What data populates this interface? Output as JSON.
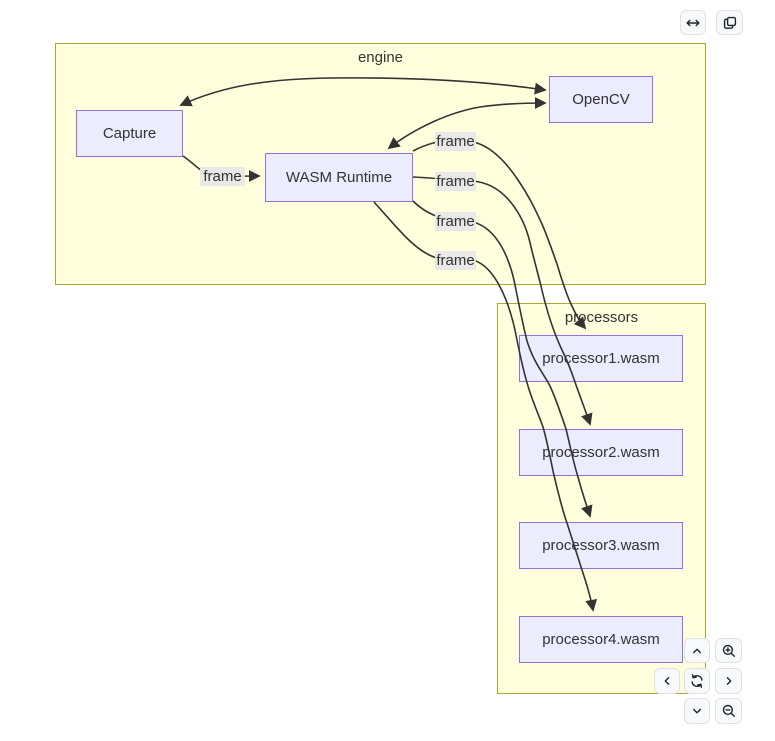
{
  "diagram": {
    "subgraphs": [
      {
        "label": "engine"
      },
      {
        "label": "processors"
      }
    ],
    "nodes": [
      {
        "id": "capture",
        "label": "Capture"
      },
      {
        "id": "wasm-runtime",
        "label": "WASM Runtime"
      },
      {
        "id": "opencv",
        "label": "OpenCV"
      },
      {
        "id": "processor1",
        "label": "processor1.wasm"
      },
      {
        "id": "processor2",
        "label": "processor2.wasm"
      },
      {
        "id": "processor3",
        "label": "processor3.wasm"
      },
      {
        "id": "processor4",
        "label": "processor4.wasm"
      }
    ],
    "edges": [
      {
        "from": "Capture",
        "to": "OpenCV",
        "style": "bidirectional",
        "label": ""
      },
      {
        "from": "WASM Runtime",
        "to": "OpenCV",
        "style": "bidirectional",
        "label": ""
      },
      {
        "from": "Capture",
        "to": "WASM Runtime",
        "style": "arrow",
        "label": "frame"
      },
      {
        "from": "WASM Runtime",
        "to": "processor1.wasm",
        "style": "arrow",
        "label": "frame"
      },
      {
        "from": "WASM Runtime",
        "to": "processor2.wasm",
        "style": "arrow",
        "label": "frame"
      },
      {
        "from": "WASM Runtime",
        "to": "processor3.wasm",
        "style": "arrow",
        "label": "frame"
      },
      {
        "from": "WASM Runtime",
        "to": "processor4.wasm",
        "style": "arrow",
        "label": "frame"
      }
    ],
    "colors": {
      "node_fill": "#ECECFF",
      "node_border": "#9370DB",
      "subgraph_fill": "#ffffde",
      "subgraph_border": "#aaaa33",
      "edge": "#333333",
      "edge_label_bg": "#e8e8e8",
      "text": "#333333"
    }
  },
  "toolbar": {
    "buttons": [
      {
        "icon": "expand-horizontal-icon"
      },
      {
        "icon": "copy-icon"
      }
    ]
  },
  "navpad": {
    "buttons": [
      {
        "icon": "pan-up-icon"
      },
      {
        "icon": "zoom-in-icon"
      },
      {
        "icon": "pan-left-icon"
      },
      {
        "icon": "reset-view-icon"
      },
      {
        "icon": "pan-right-icon"
      },
      {
        "icon": "pan-down-icon"
      },
      {
        "icon": "zoom-out-icon"
      }
    ],
    "button_bg": "#f8f9fa",
    "button_border": "#dee2e6",
    "icon_color": "#212529"
  }
}
